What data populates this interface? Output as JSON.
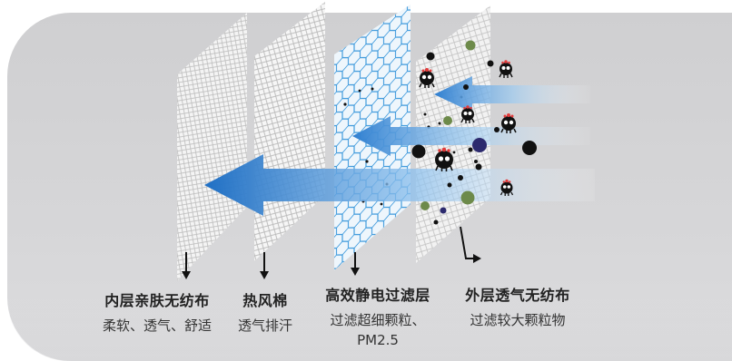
{
  "layers": [
    {
      "title": "内层亲肤无纺布",
      "desc": "柔软、透气、舒适"
    },
    {
      "title": "热风棉",
      "desc": "透气排汗"
    },
    {
      "title": "高效静电过滤层",
      "desc_lines": [
        "过滤超细颗粒、",
        "PM2.5"
      ]
    },
    {
      "title": "外层透气无纺布",
      "desc": "过滤较大颗粒物"
    }
  ],
  "colors": {
    "panel_bg": "#d3d3d5",
    "arrow_blue": "#2f7fd0",
    "arrow_light": "#9cc8ef",
    "hex_blue": "#2a8fd8",
    "particle_green": "#6d8a4a",
    "particle_navy": "#2c2a6e"
  },
  "icons": [
    "down-arrow-icon",
    "bacteria-icon",
    "airflow-arrow-icon"
  ]
}
